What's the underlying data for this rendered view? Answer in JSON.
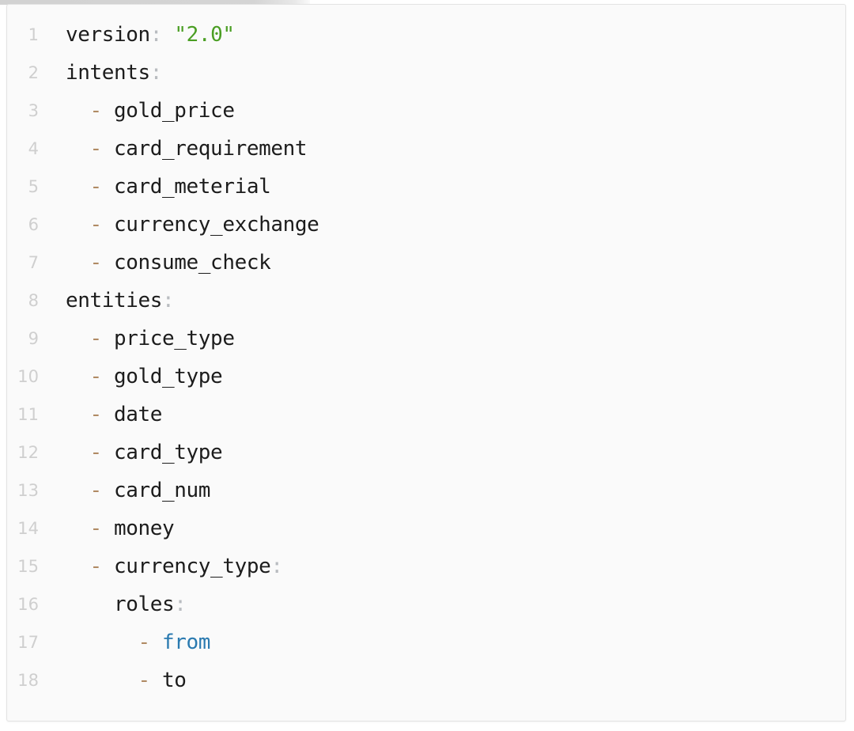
{
  "editor": {
    "language": "yaml",
    "background_color": "#fafafa",
    "border_color": "#e3e3e3",
    "gutter_color": "#cfcfcf",
    "colors": {
      "key": "#1c1c1c",
      "colon": "#b9bcc0",
      "dash": "#b08a64",
      "string": "#4a9e23",
      "keyword": "#2a7ab0",
      "plain": "#1c1c1c"
    },
    "lines": [
      {
        "number": "1",
        "indent": "",
        "tokens": [
          {
            "type": "key",
            "text": "version"
          },
          {
            "type": "colon",
            "text": ":"
          },
          {
            "type": "plain",
            "text": " "
          },
          {
            "type": "string",
            "text": "\"2.0\""
          }
        ]
      },
      {
        "number": "2",
        "indent": "",
        "tokens": [
          {
            "type": "key",
            "text": "intents"
          },
          {
            "type": "colon",
            "text": ":"
          }
        ]
      },
      {
        "number": "3",
        "indent": "  ",
        "tokens": [
          {
            "type": "dash",
            "text": "-"
          },
          {
            "type": "plain",
            "text": " gold_price"
          }
        ]
      },
      {
        "number": "4",
        "indent": "  ",
        "tokens": [
          {
            "type": "dash",
            "text": "-"
          },
          {
            "type": "plain",
            "text": " card_requirement"
          }
        ]
      },
      {
        "number": "5",
        "indent": "  ",
        "tokens": [
          {
            "type": "dash",
            "text": "-"
          },
          {
            "type": "plain",
            "text": " card_meterial"
          }
        ]
      },
      {
        "number": "6",
        "indent": "  ",
        "tokens": [
          {
            "type": "dash",
            "text": "-"
          },
          {
            "type": "plain",
            "text": " currency_exchange"
          }
        ]
      },
      {
        "number": "7",
        "indent": "  ",
        "tokens": [
          {
            "type": "dash",
            "text": "-"
          },
          {
            "type": "plain",
            "text": " consume_check"
          }
        ]
      },
      {
        "number": "8",
        "indent": "",
        "tokens": [
          {
            "type": "key",
            "text": "entities"
          },
          {
            "type": "colon",
            "text": ":"
          }
        ]
      },
      {
        "number": "9",
        "indent": "  ",
        "tokens": [
          {
            "type": "dash",
            "text": "-"
          },
          {
            "type": "plain",
            "text": " price_type"
          }
        ]
      },
      {
        "number": "10",
        "indent": "  ",
        "tokens": [
          {
            "type": "dash",
            "text": "-"
          },
          {
            "type": "plain",
            "text": " gold_type"
          }
        ]
      },
      {
        "number": "11",
        "indent": "  ",
        "tokens": [
          {
            "type": "dash",
            "text": "-"
          },
          {
            "type": "plain",
            "text": " date"
          }
        ]
      },
      {
        "number": "12",
        "indent": "  ",
        "tokens": [
          {
            "type": "dash",
            "text": "-"
          },
          {
            "type": "plain",
            "text": " card_type"
          }
        ]
      },
      {
        "number": "13",
        "indent": "  ",
        "tokens": [
          {
            "type": "dash",
            "text": "-"
          },
          {
            "type": "plain",
            "text": " card_num"
          }
        ]
      },
      {
        "number": "14",
        "indent": "  ",
        "tokens": [
          {
            "type": "dash",
            "text": "-"
          },
          {
            "type": "plain",
            "text": " money"
          }
        ]
      },
      {
        "number": "15",
        "indent": "  ",
        "tokens": [
          {
            "type": "dash",
            "text": "-"
          },
          {
            "type": "key",
            "text": " currency_type"
          },
          {
            "type": "colon",
            "text": ":"
          }
        ]
      },
      {
        "number": "16",
        "indent": "    ",
        "tokens": [
          {
            "type": "key",
            "text": "roles"
          },
          {
            "type": "colon",
            "text": ":"
          }
        ]
      },
      {
        "number": "17",
        "indent": "      ",
        "tokens": [
          {
            "type": "dash",
            "text": "-"
          },
          {
            "type": "kw",
            "text": " from"
          }
        ]
      },
      {
        "number": "18",
        "indent": "      ",
        "tokens": [
          {
            "type": "dash",
            "text": "-"
          },
          {
            "type": "plain",
            "text": " to"
          }
        ]
      }
    ]
  }
}
